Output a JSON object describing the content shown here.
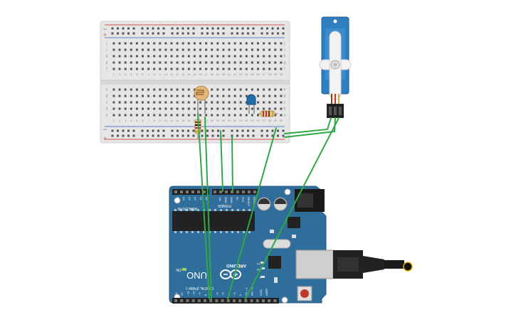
{
  "breadboard": {
    "power_sign_minus": "−",
    "power_sign_plus": "+",
    "column_numbers": [
      "1",
      "2",
      "3",
      "4",
      "5",
      "6",
      "7",
      "8",
      "9",
      "10",
      "11",
      "12",
      "13",
      "14",
      "15",
      "16",
      "17",
      "18",
      "19",
      "20",
      "21",
      "22",
      "23",
      "24",
      "25",
      "26",
      "27",
      "28",
      "29",
      "30"
    ],
    "row_letters_top": [
      "j",
      "i",
      "h",
      "g",
      "f"
    ],
    "row_letters_bottom": [
      "e",
      "d",
      "c",
      "b",
      "a"
    ]
  },
  "arduino": {
    "brand": "ARDUINO",
    "model": "UNO",
    "on_label": "ON",
    "power_header_label": "POWER",
    "analog_header_label": "ANALOG IN",
    "digital_header_label": "DIGITAL (PWM~)",
    "tx_label": "TX",
    "rx_label": "RX",
    "l_label": "L",
    "aref_label": "AREF",
    "gnd_label": "GND",
    "power_pins": [
      "IOREF",
      "RESET",
      "3V3",
      "5V",
      "GND",
      "GND",
      "Vin"
    ],
    "analog_pins": [
      "A0",
      "A1",
      "A2",
      "A3",
      "A4",
      "A5"
    ],
    "digital_pins": [
      "13",
      "12",
      "~11",
      "~10",
      "~9",
      "8",
      "7",
      "~6",
      "~5",
      "4",
      "~3",
      "2",
      "TX→1",
      "RX←0"
    ]
  },
  "colors": {
    "board_blue": "#2f6e9a",
    "wire_green": "#2fa845",
    "breadboard_bg": "#e8e8e8",
    "rail_red": "#d9534f",
    "rail_blue": "#5b7ec9",
    "servo_blue": "#2f7ec0"
  }
}
